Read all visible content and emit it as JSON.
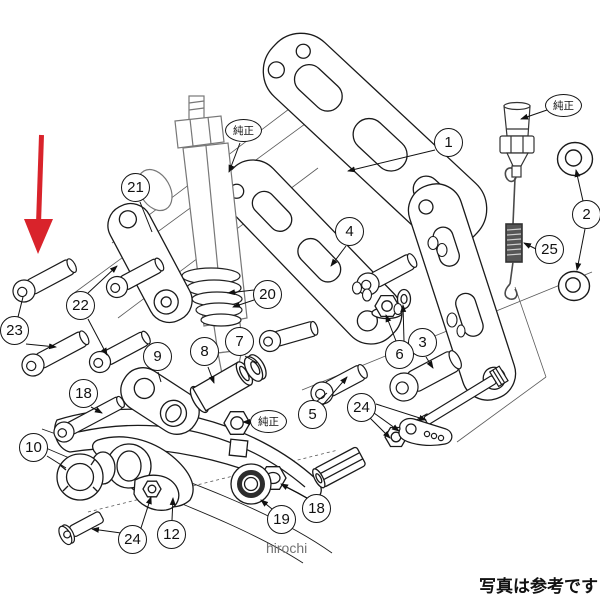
{
  "caption": "写真は参考です",
  "watermark": "hirochi",
  "labels": {
    "oem": "純正"
  },
  "colors": {
    "line": "#1a1a1a",
    "phantom": "#777777",
    "arrow": "#d9232b",
    "watermark": "#737373",
    "background": "#ffffff"
  },
  "callouts": [
    {
      "label": "1"
    },
    {
      "label": "2"
    },
    {
      "label": "3"
    },
    {
      "label": "4"
    },
    {
      "label": "5"
    },
    {
      "label": "6"
    },
    {
      "label": "7"
    },
    {
      "label": "8"
    },
    {
      "label": "9"
    },
    {
      "label": "10"
    },
    {
      "label": "12"
    },
    {
      "label": "18"
    },
    {
      "label": "18"
    },
    {
      "label": "19"
    },
    {
      "label": "20"
    },
    {
      "label": "21"
    },
    {
      "label": "22"
    },
    {
      "label": "23"
    },
    {
      "label": "24"
    },
    {
      "label": "24"
    },
    {
      "label": "25"
    }
  ]
}
